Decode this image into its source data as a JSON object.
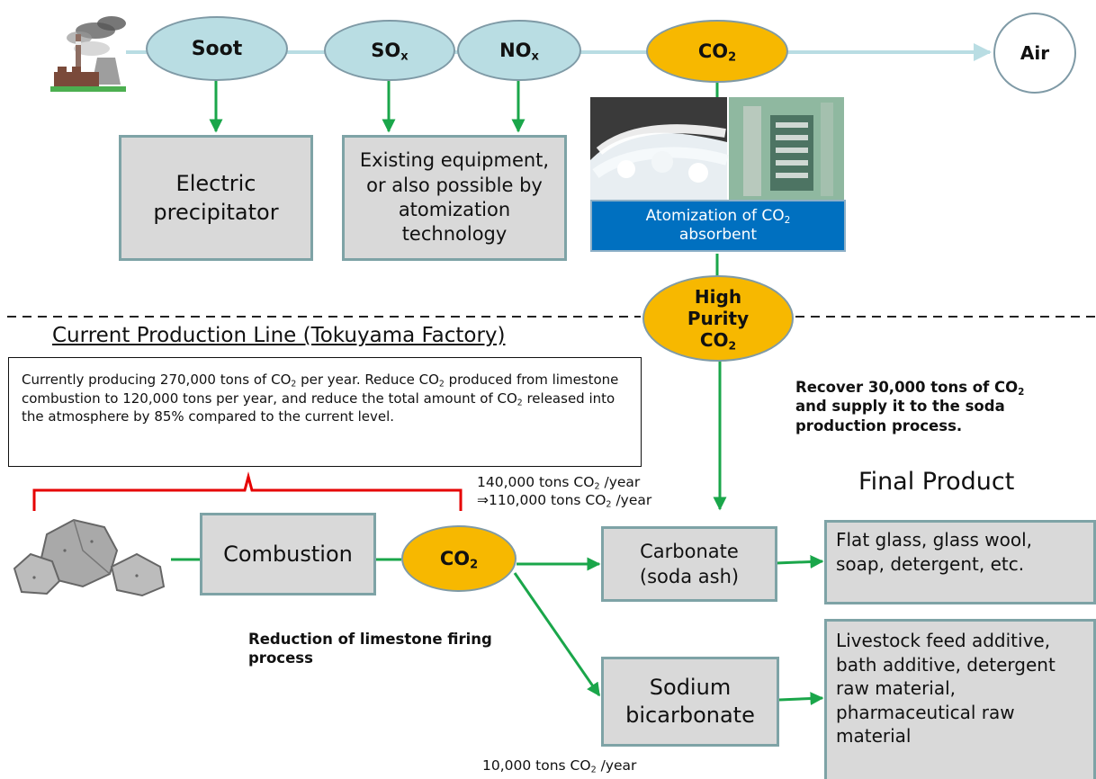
{
  "top_flow": {
    "soot": "Soot",
    "sox": "SO",
    "sox_sub": "x",
    "nox": "NO",
    "nox_sub": "x",
    "co2": "CO",
    "co2_sub": "2",
    "air": "Air"
  },
  "boxes": {
    "electric_precipitator": "Electric precipitator",
    "existing_equipment": "Existing equipment, or also possible by atomization technology",
    "atomization_label_prefix": "Atomization of CO",
    "atomization_label_sub": "2",
    "atomization_label_suffix": "absorbent"
  },
  "high_purity": {
    "line1": "High",
    "line2": "Purity",
    "line3": "CO",
    "line3_sub": "2"
  },
  "section_title": "Current Production Line (Tokuyama Factory)",
  "note": {
    "p1": "Currently producing 270,000 tons of CO",
    "p1_sub": "2",
    "p2": " per year. Reduce CO",
    "p2_sub": "2",
    "p3": " produced from limestone combustion to 120,000 tons per year, and reduce the total amount of CO",
    "p3_sub": "2",
    "p4": " released into the atmosphere by 85% compared to the current level."
  },
  "recover": {
    "p1": "Recover 30,000 tons of CO",
    "p1_sub": "2",
    "p2": "and supply it to the soda production process."
  },
  "flow_amounts": {
    "line1_a": "140,000 tons  CO",
    "line1_sub": "2",
    "line1_b": " /year",
    "line2_a": "⇒110,000 tons  CO",
    "line2_sub": "2",
    "line2_b": " /year",
    "bottom_a": "10,000 tons CO",
    "bottom_sub": "2",
    "bottom_b": " /year"
  },
  "final_product_title": "Final Product",
  "lower_flow": {
    "combustion": "Combustion",
    "co2": "CO",
    "co2_sub": "2",
    "carbonate_l1": "Carbonate",
    "carbonate_l2": "(soda ash)",
    "sodium_l1": "Sodium",
    "sodium_l2": "bicarbonate",
    "product1": "Flat glass, glass wool, soap, detergent, etc.",
    "product2": "Livestock feed additive, bath additive, detergent raw material, pharmaceutical raw material"
  },
  "reduction_label": "Reduction of limestone firing process",
  "colors": {
    "ellipse_blue": "#b9dde3",
    "ellipse_gold": "#f7b800",
    "box_gray": "#d9d9d9",
    "arrow_green": "#1aa64a",
    "bracket_red": "#e60000",
    "atom_label_blue": "#0070c0"
  }
}
